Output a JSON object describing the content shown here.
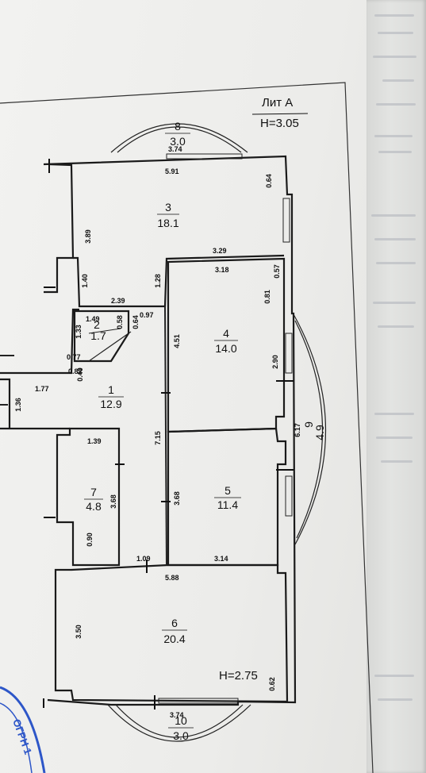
{
  "header": {
    "sheet": "Лит А",
    "height": "H=3.05"
  },
  "rooms": [
    {
      "no": "1",
      "area": "12.9"
    },
    {
      "no": "2",
      "area": "1.7"
    },
    {
      "no": "3",
      "area": "18.1"
    },
    {
      "no": "4",
      "area": "14.0"
    },
    {
      "no": "5",
      "area": "11.4"
    },
    {
      "no": "6",
      "area": "20.4"
    },
    {
      "no": "7",
      "area": "4.8"
    },
    {
      "no": "8",
      "area": "3.0"
    },
    {
      "no": "9",
      "area": "4.9"
    },
    {
      "no": "10",
      "area": "3.0"
    }
  ],
  "dimensions": {
    "r8_width": "3.74",
    "r3_top": "5.91",
    "r3_right_top": "0.64",
    "r3_left": "3.89",
    "r3_bottom_right": "3.29",
    "r4_top": "3.18",
    "r4_right_top": "0.57",
    "hall_left": "1.40",
    "hall_inner": "1.28",
    "r2_top": "2.39",
    "r2_a": "1.49",
    "r2_b": "0.58",
    "r2_c": "0.64",
    "r2_d": "0.97",
    "r2_left": "1.33",
    "r2_bottom": "0.77",
    "r2_e": "0.40",
    "r2_f": "0.82",
    "r4_left": "4.51",
    "r4_right": "0.81",
    "r4_right_b": "2.90",
    "r1_left": "1.77",
    "r1_side": "1.36",
    "r1_height": "7.15",
    "r7_top": "1.39",
    "r7_height": "3.68",
    "r5_left": "3.68",
    "r7_door": "0.90",
    "r9_width": "6.17",
    "r6_top_left": "1.09",
    "r5_bottom": "3.14",
    "r6_top": "5.88",
    "r6_left": "3.50",
    "r6_right": "0.62",
    "r10_width": "3.74"
  },
  "level_note": "H=2.75",
  "stamp": "ОГРН 1"
}
